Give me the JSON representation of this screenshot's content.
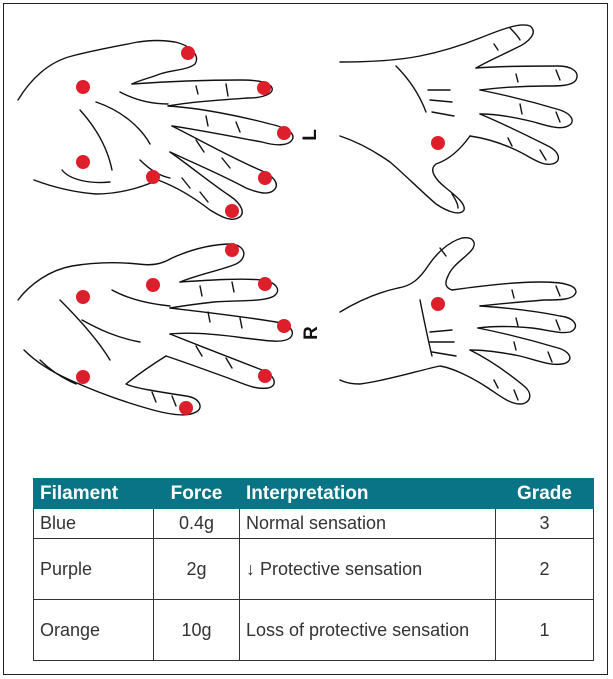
{
  "colors": {
    "dot": "#dd1e2b",
    "header_bg": "#0a7487",
    "header_text": "#ffffff",
    "outline": "#111111"
  },
  "labels": {
    "left": "L",
    "right": "R"
  },
  "table": {
    "headers": [
      "Filament",
      "Force",
      "Interpretation",
      "Grade"
    ],
    "rows": [
      {
        "filament": "Blue",
        "force": "0.4g",
        "interpretation": "Normal sensation",
        "grade": "3"
      },
      {
        "filament": "Purple",
        "force": "2g",
        "interpretation": "↓ Protective sensation",
        "grade": "2"
      },
      {
        "filament": "Orange",
        "force": "10g",
        "interpretation": "Loss of protective sensation",
        "grade": "1"
      }
    ]
  }
}
